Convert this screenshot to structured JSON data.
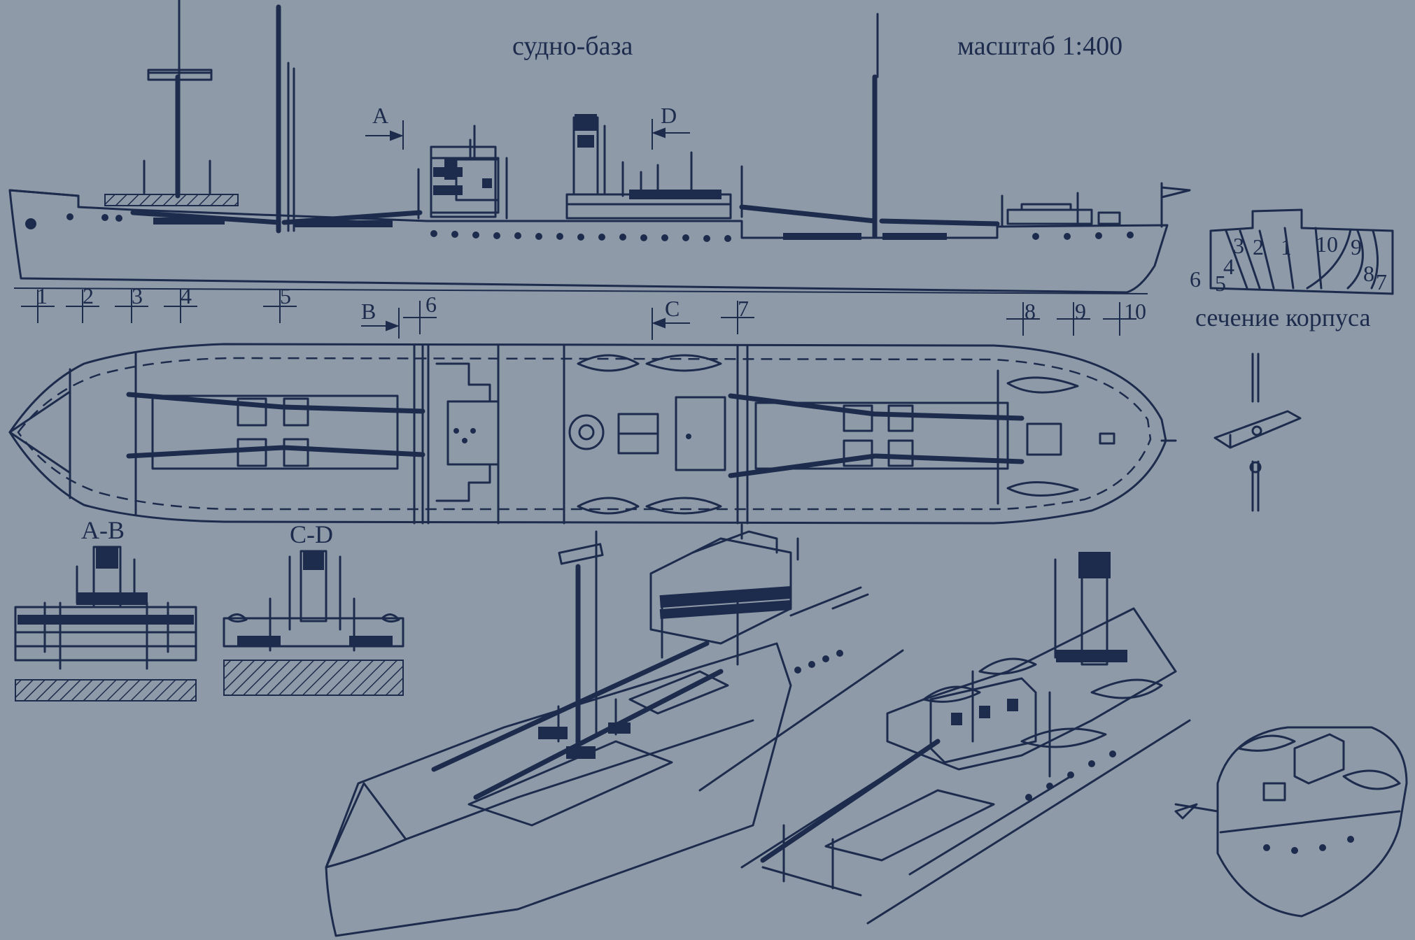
{
  "title": "судно-база",
  "scale": "масштаб 1:400",
  "section_title": "сечение корпуса",
  "cut_markers": {
    "a": "A",
    "b": "B",
    "c": "C",
    "d": "D"
  },
  "station_numbers": [
    "1",
    "2",
    "3",
    "4",
    "5",
    "6",
    "7",
    "8",
    "9",
    "10"
  ],
  "section_numbers": [
    "6",
    "5",
    "4",
    "3",
    "2",
    "1",
    "10",
    "9",
    "8",
    "7"
  ],
  "view_labels": {
    "ab": "A-B",
    "cd": "C-D"
  },
  "colors": {
    "background": "#8f9aa8",
    "ink": "#1d2b4d"
  }
}
